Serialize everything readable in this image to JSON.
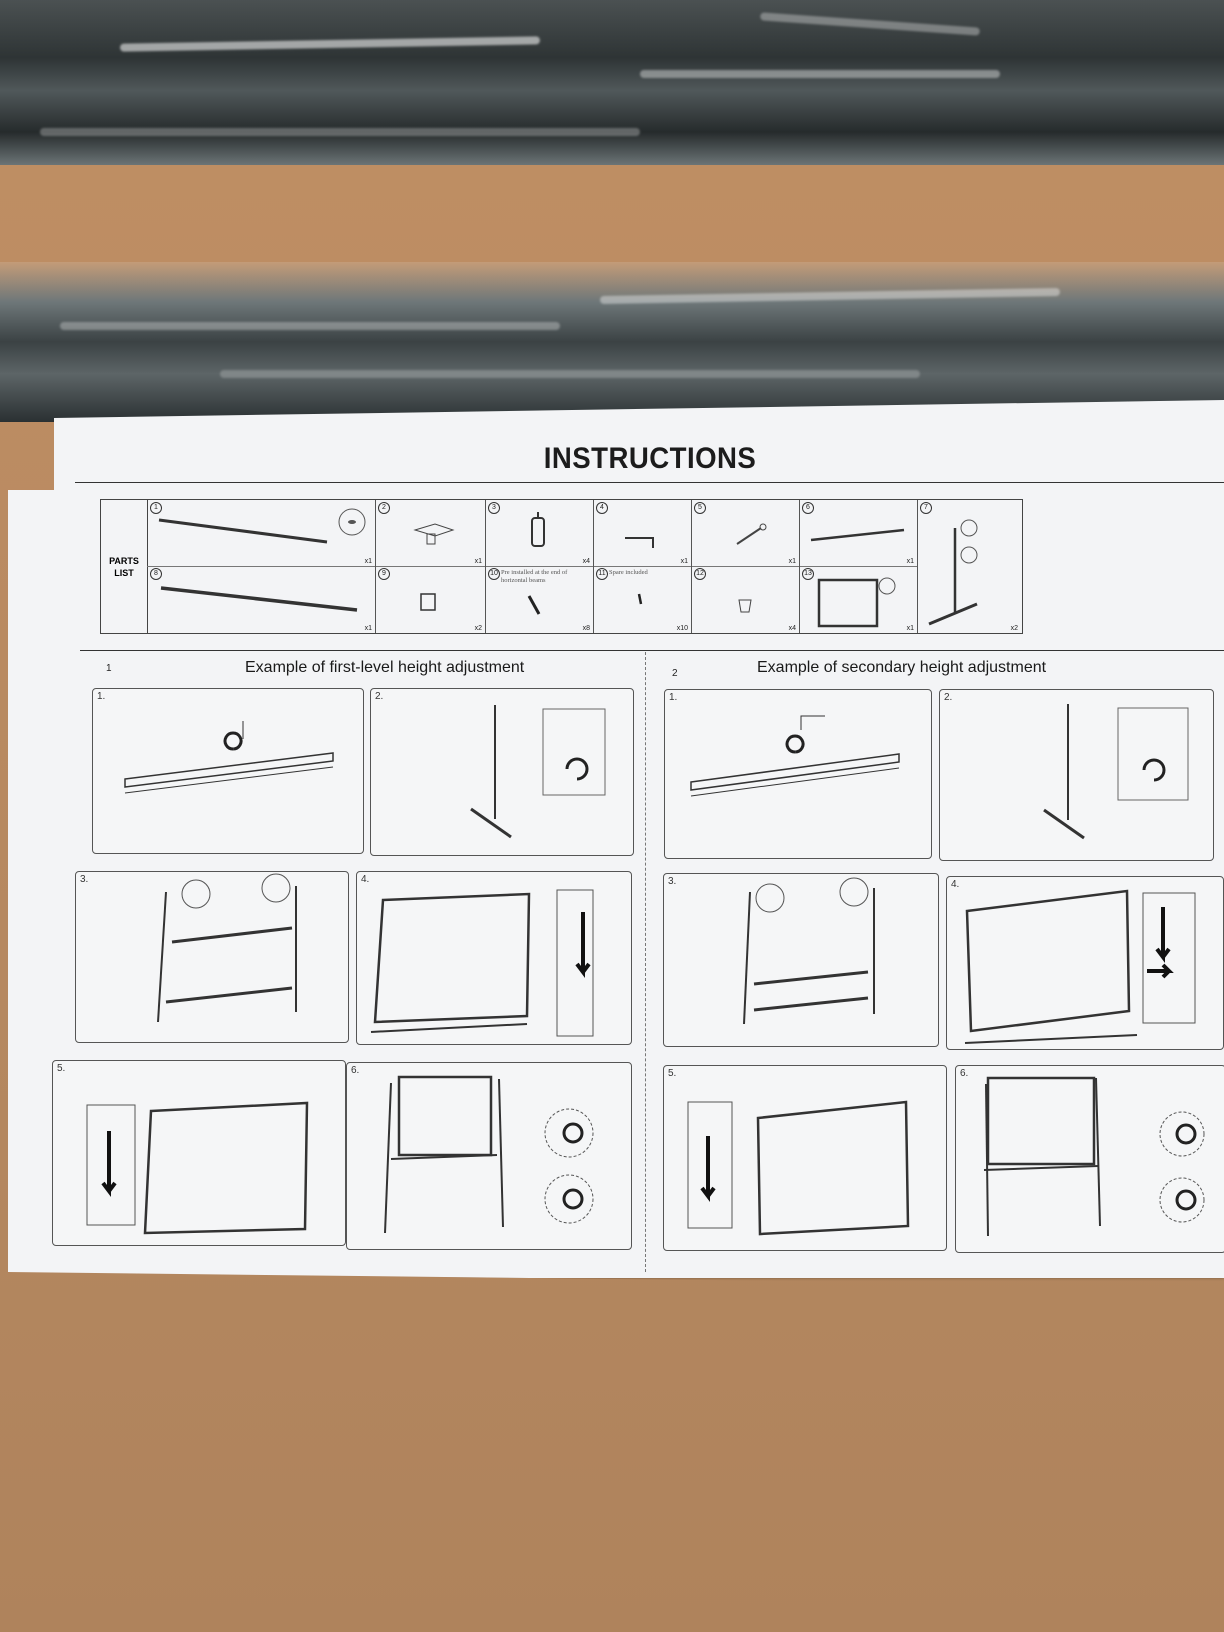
{
  "sheet": {
    "title": "INSTRUCTIONS",
    "parts_list_label": "PARTS\nLIST",
    "parts_row1": [
      {
        "num": "1",
        "qty": "x1"
      },
      {
        "num": "2",
        "qty": "x1"
      },
      {
        "num": "3",
        "qty": "x4"
      },
      {
        "num": "4",
        "qty": "x1"
      },
      {
        "num": "5",
        "qty": "x1"
      },
      {
        "num": "6",
        "qty": "x1"
      },
      {
        "num": "7",
        "qty": "x2"
      }
    ],
    "parts_row2": [
      {
        "num": "8",
        "qty": "x1"
      },
      {
        "num": "9",
        "qty": "x2"
      },
      {
        "num": "10",
        "qty": "x8",
        "note": "Pre installed at the end of horizontal beams"
      },
      {
        "num": "11",
        "qty": "x10",
        "note": "Spare included"
      },
      {
        "num": "12",
        "qty": "x4"
      },
      {
        "num": "13",
        "qty": "x1"
      }
    ],
    "section1": {
      "number": "1",
      "heading": "Example of first-level height adjustment"
    },
    "section2": {
      "number": "2",
      "heading": "Example of secondary height adjustment"
    },
    "steps": [
      "1.",
      "2.",
      "3.",
      "4.",
      "5.",
      "6."
    ]
  }
}
